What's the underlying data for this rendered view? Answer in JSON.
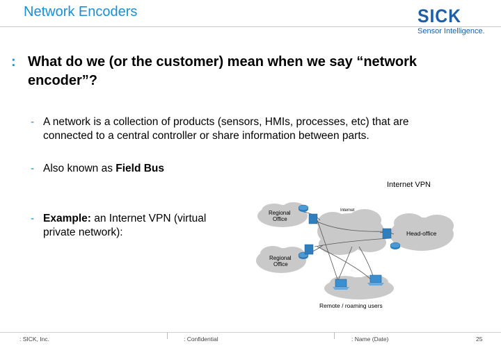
{
  "slide": {
    "title": "Network Encoders",
    "page_number": "25"
  },
  "brand": {
    "logo_text": "SICK",
    "tagline": "Sensor Intelligence.",
    "color": "#1d5fa8"
  },
  "content": {
    "bullet_marker": ":",
    "question": "What do we (or the customer) mean when we say “network encoder”?",
    "points": [
      {
        "dash": "-",
        "text": "A network is a collection of products (sensors, HMIs, processes, etc) that are connected to a central controller or share information between parts."
      },
      {
        "dash": "-",
        "prefix": "Also known as ",
        "emphasis": "Field Bus"
      },
      {
        "dash": "-",
        "emphasis": "Example:",
        "suffix": " an Internet VPN (virtual private network):"
      }
    ]
  },
  "diagram": {
    "title": "Internet VPN",
    "internet_label": "Internet",
    "regional_office_1": [
      "Regional",
      "Office"
    ],
    "regional_office_2": [
      "Regional",
      "Office"
    ],
    "head_office": "Head-office",
    "remote_users": "Remote / roaming users",
    "colors": {
      "cloud": "#c9c9c9",
      "router": "#2f7fbf",
      "link": "#555555"
    }
  },
  "footer": {
    "company": ": SICK, Inc.",
    "confidential": ": Confidential",
    "name_date": ": Name (Date)"
  }
}
